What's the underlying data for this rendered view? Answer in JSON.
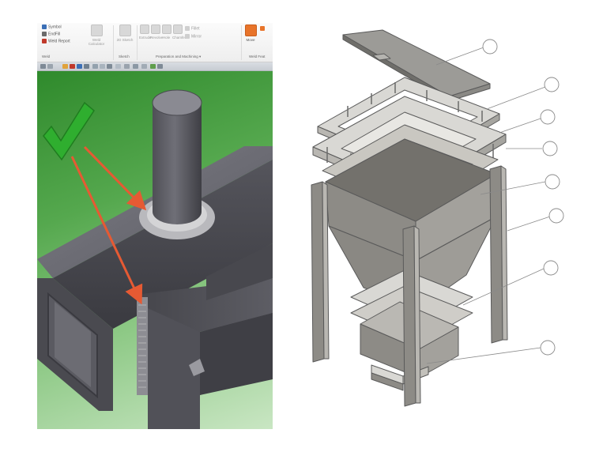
{
  "ribbon": {
    "tools": {
      "symbol_label": "Symbol",
      "endfill_label": "EndFill",
      "weld_report_label": "Weld Report",
      "weld_calculator_label": "Weld Calculator",
      "weld_panel_label": "Weld",
      "sketch_tool_label": "2D Sketch",
      "sketch_panel_label": "Sketch",
      "prep_tools": [
        "Extrude",
        "Revolve",
        "Hole",
        "Chamfer",
        "Fillet",
        "Mirror"
      ],
      "prep_panel_label": "Preparation and Machining ▾",
      "move_label": "Move",
      "weld_features_label": "Weld Feat"
    },
    "icon_colors": {
      "accent_orange": "#e8742a",
      "icon_red": "#c0392b",
      "icon_blue": "#3b6fb6"
    }
  },
  "viewport": {
    "background_colors": [
      "#2f8a2c",
      "#c9e6c3"
    ],
    "check_icon": "check-mark-icon",
    "arrow_color": "#e65a33"
  },
  "drawing": {
    "line_color": "#5a5a5a",
    "fill_colors": [
      "#8d8b86",
      "#b9b7b2",
      "#d9d8d4"
    ],
    "callout_count": 8
  }
}
